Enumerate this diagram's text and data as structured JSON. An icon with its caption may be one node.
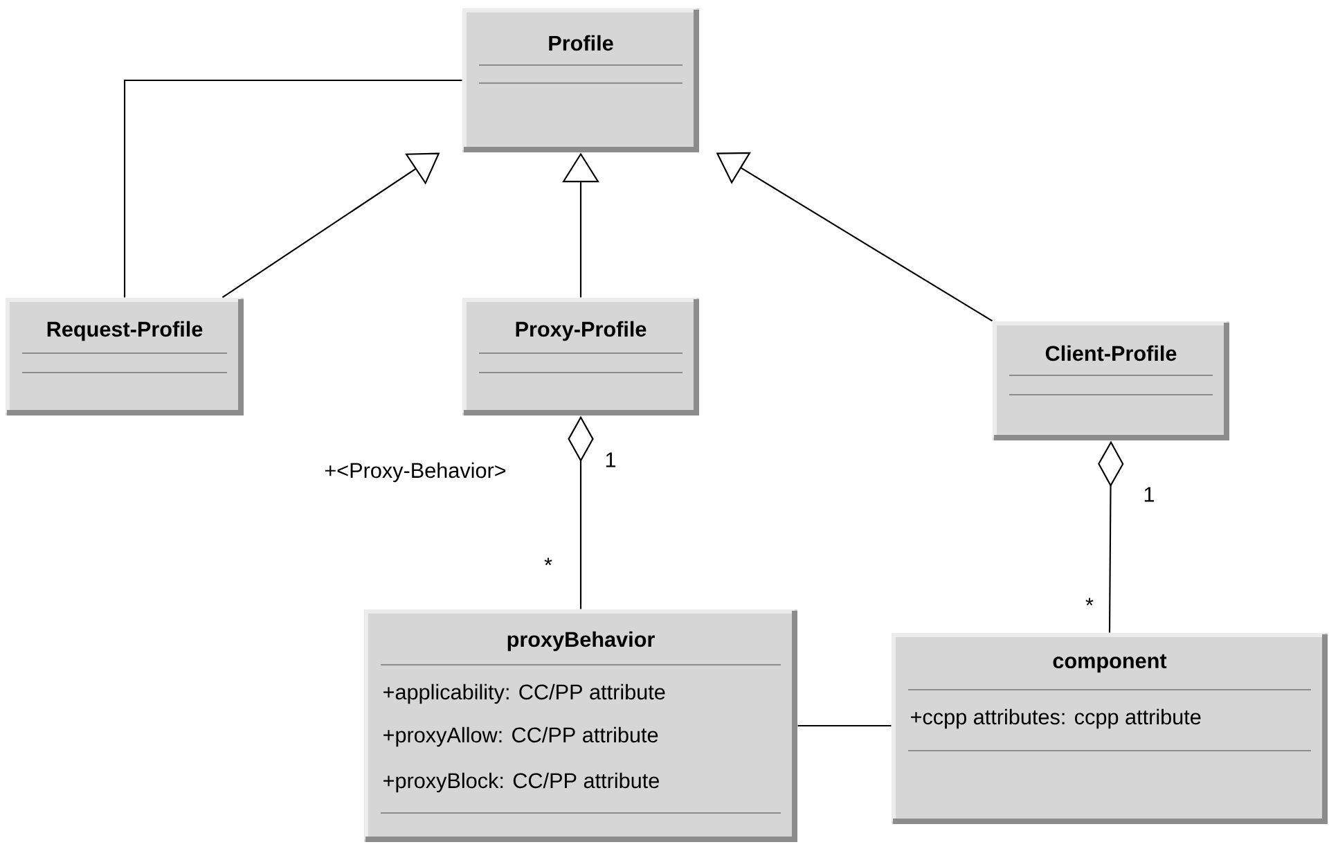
{
  "diagram": {
    "nodes": [
      {
        "text": [
          "Profile"
        ]
      },
      {
        "text": [
          "Request-Profile"
        ]
      },
      {
        "text": [
          "Proxy-Profile"
        ]
      },
      {
        "text": [
          "Client-Profile"
        ]
      },
      {
        "text": [
          "proxyBehavior",
          "+applicability: CC/PP attribute",
          "+proxyAllow: CC/PP attribute",
          "+proxyBlock: CC/PP attribute"
        ]
      },
      {
        "text": [
          "component",
          "+ccpp attributes: ccpp attribute"
        ]
      }
    ],
    "edges": [
      {
        "from": 1,
        "to": 0,
        "arrow": "to"
      },
      {
        "from": 1,
        "to": 0,
        "arrow": "none"
      },
      {
        "from": 2,
        "to": 0,
        "arrow": "to"
      },
      {
        "from": 3,
        "to": 0,
        "arrow": "to"
      },
      {
        "from": 2,
        "to": 4,
        "arrow": "other",
        "label": "+<Proxy-Behavior>"
      },
      {
        "from": 3,
        "to": 5,
        "arrow": "other"
      },
      {
        "from": 4,
        "to": 5,
        "arrow": "none"
      }
    ],
    "labels": [
      "1",
      "*",
      "1",
      "*"
    ]
  }
}
